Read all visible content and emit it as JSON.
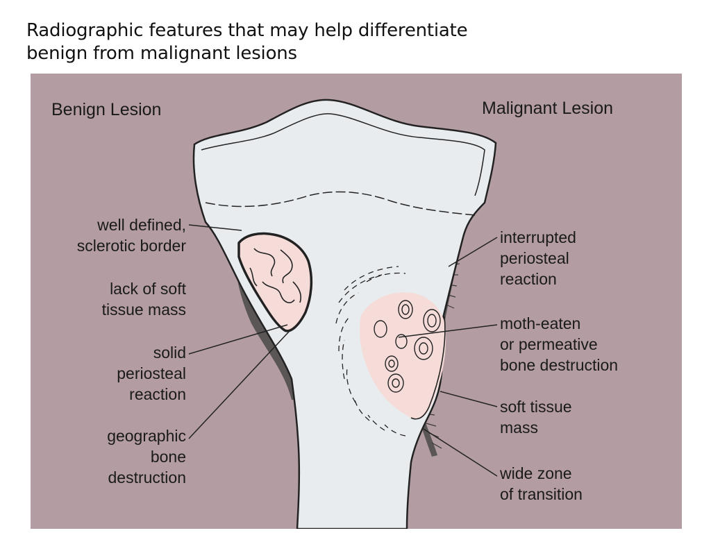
{
  "slide": {
    "title_lines": [
      "Radiographic features that may help differentiate",
      "benign from malignant lesions"
    ]
  },
  "diagram": {
    "benign_heading": "Benign Lesion",
    "malignant_heading": "Malignant Lesion",
    "benign_labels": {
      "sclerotic_border": [
        "well defined,",
        "sclerotic border"
      ],
      "no_soft_tissue": [
        "lack of soft",
        "tissue mass"
      ],
      "solid_periosteal": [
        "solid",
        "periosteal",
        "reaction"
      ],
      "geographic": [
        "geographic",
        "bone",
        "destruction"
      ]
    },
    "malignant_labels": {
      "interrupted": [
        "interrupted",
        "periosteal",
        "reaction"
      ],
      "moth_eaten": [
        "moth-eaten",
        "or permeative",
        "bone destruction"
      ],
      "soft_tissue": [
        "soft tissue",
        "mass"
      ],
      "wide_zone": [
        "wide zone",
        "of transition"
      ]
    },
    "colors": {
      "background": "#b39da2",
      "bone": "#e9ecef",
      "lesion": "#f6dcd9",
      "cortex_shadow": "#5a5656",
      "line": "#222222"
    }
  }
}
